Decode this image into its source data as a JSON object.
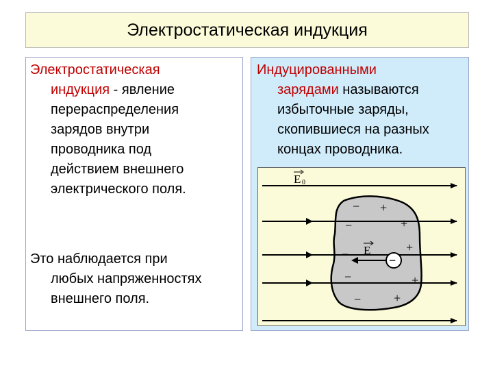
{
  "title": "Электростатическая индукция",
  "left": {
    "definition_term_line1": "Электростатическая",
    "definition_term_line2": "индукция",
    "definition_rest_line2": " - явление",
    "definition_lines": [
      "перераспределения",
      "зарядов внутри",
      "проводника под",
      "действием внешнего",
      "электрического поля."
    ],
    "note_lines": [
      "Это наблюдается при",
      "любых напряженностях",
      "внешнего поля."
    ]
  },
  "right": {
    "term_line1": "Индуцированными",
    "term_line2": "зарядами",
    "rest_line2": " называются",
    "lines": [
      "избыточные  заряды,",
      "скопившиеся на разных",
      "концах проводника."
    ]
  },
  "diagram": {
    "external_field_label": "E",
    "external_field_subscript": "0",
    "internal_field_label": "E",
    "internal_field_prime": "′",
    "minus_sign": "−",
    "plus_sign": "+",
    "colors": {
      "diagram_background": "#fbfbd9",
      "conductor_fill": "#c8c8c8",
      "line_color": "#000000"
    }
  },
  "colors": {
    "title_background": "#fbfbd9",
    "right_panel_background": "#d0ecfb",
    "highlight_text": "#c00000"
  }
}
